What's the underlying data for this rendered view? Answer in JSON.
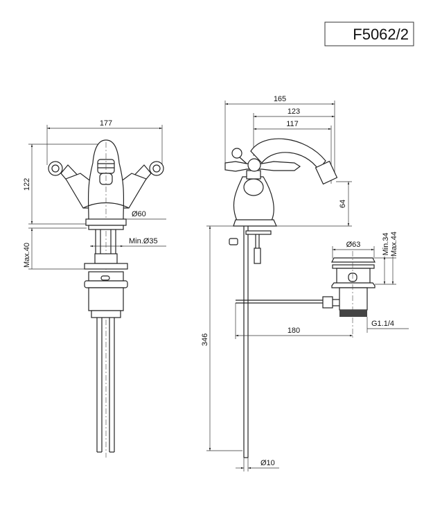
{
  "title_block": {
    "model_code": "F5062/2"
  },
  "front_view": {
    "dims": {
      "width": "177",
      "height": "122",
      "base_diameter": "Ø60",
      "hole_diameter": "Min.Ø35",
      "deck_thickness": "Max.40"
    }
  },
  "side_view": {
    "dims": {
      "overall_depth": "165",
      "spout_reach_outer": "123",
      "spout_reach": "117",
      "spout_height": "64",
      "rod_length": "346",
      "waste_offset": "180",
      "rod_diameter": "Ø10"
    }
  },
  "waste": {
    "dims": {
      "flange_diameter": "Ø63",
      "min_thickness": "Min.34",
      "max_thickness": "Max.44",
      "thread": "G1.1/4"
    }
  }
}
